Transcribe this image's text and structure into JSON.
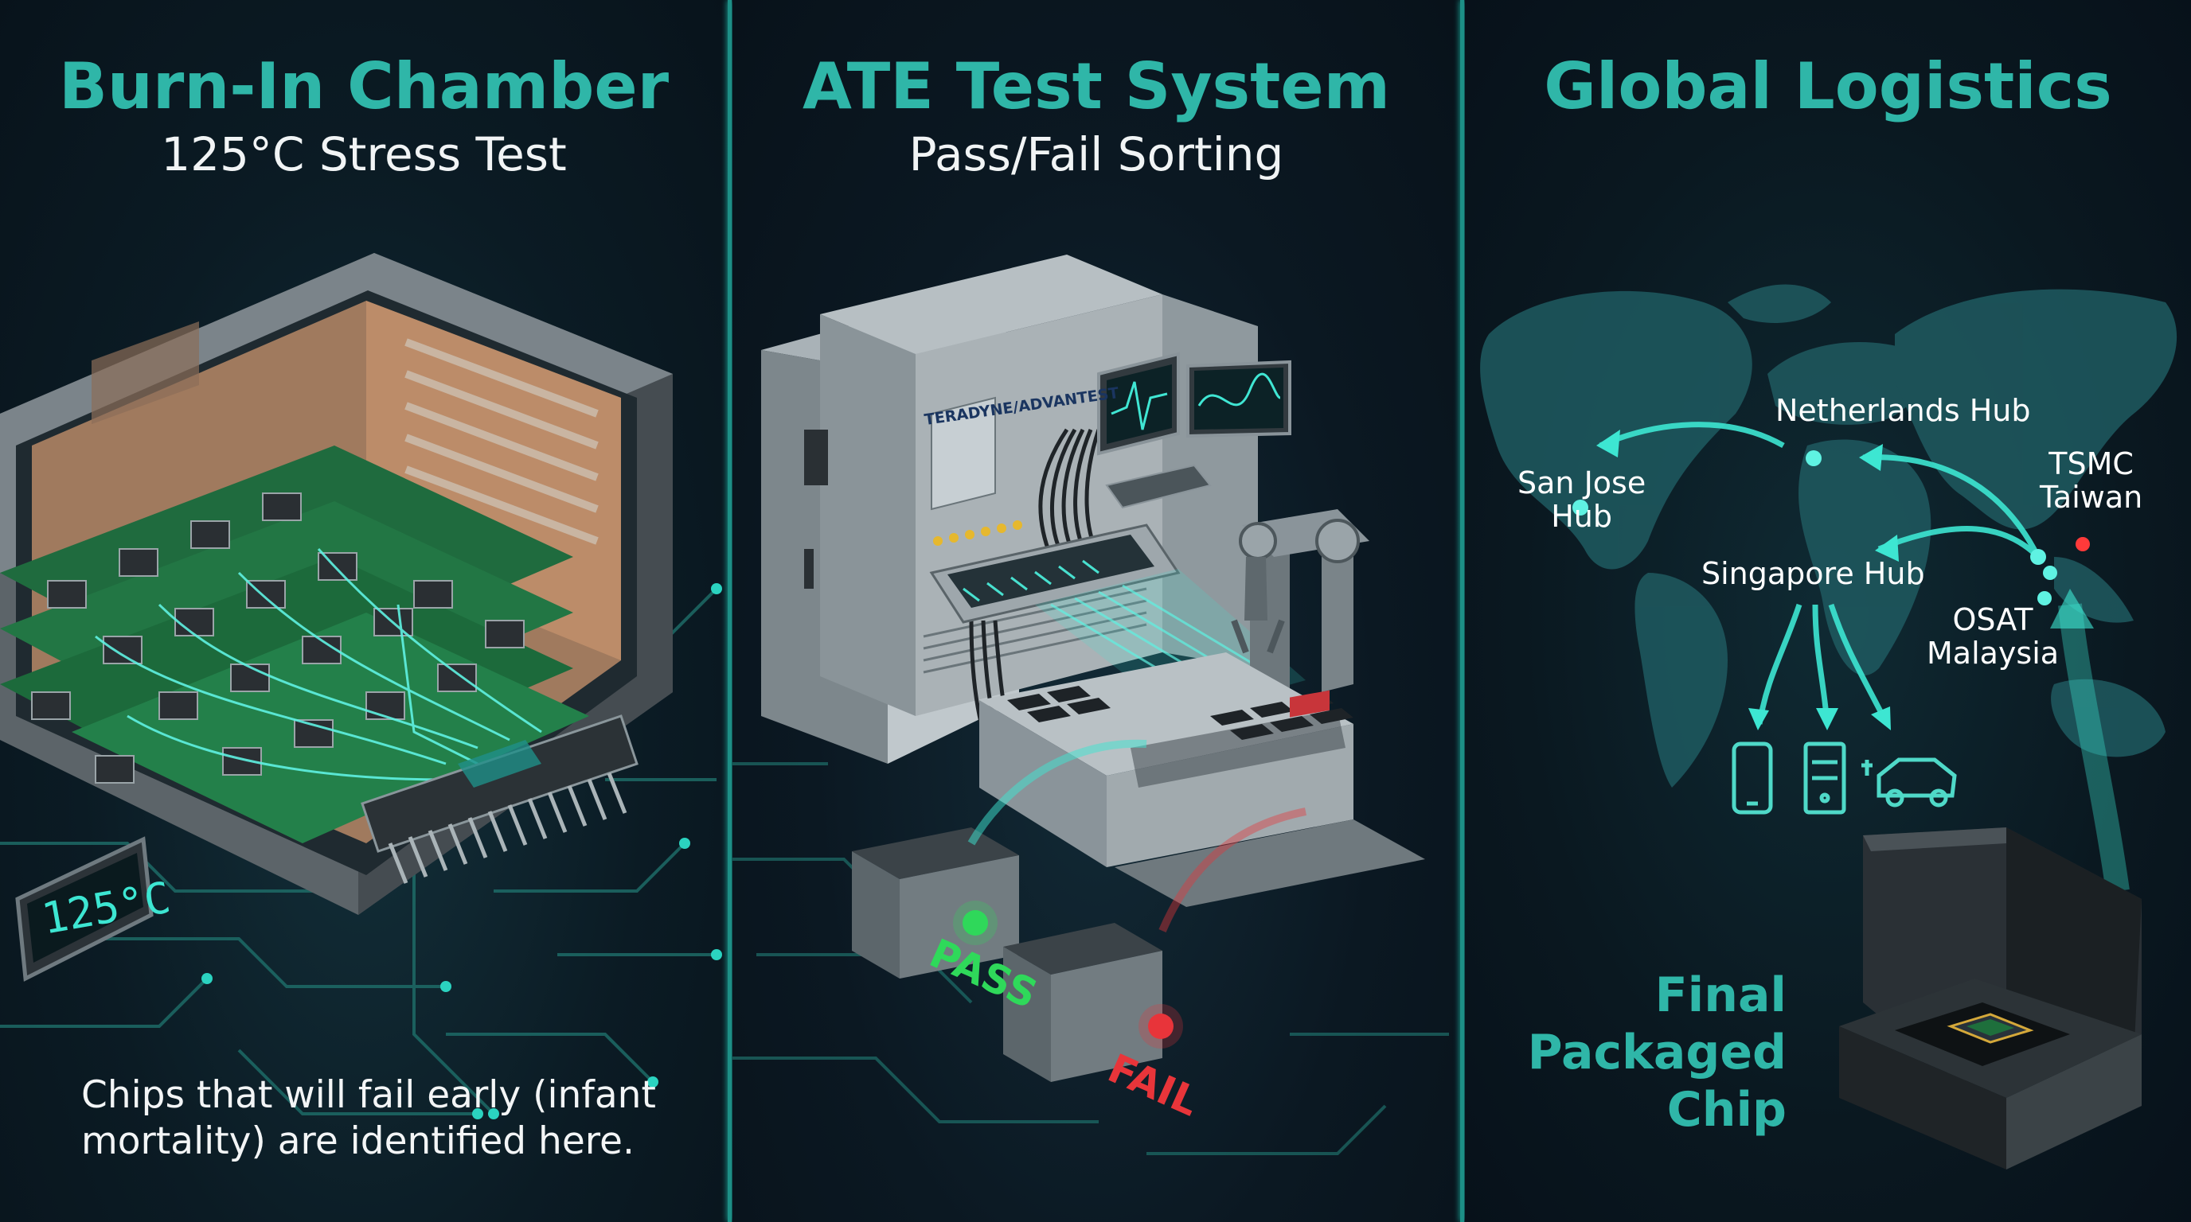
{
  "panels": [
    {
      "title": "Burn-In Chamber",
      "subtitle": "125°C Stress Test",
      "display_readout": "125°C",
      "caption": "Chips that will fail early (infant mortality) are identified here."
    },
    {
      "title": "ATE Test System",
      "subtitle": "Pass/Fail Sorting",
      "machine_brand": "TERADYNE/ADVANTEST",
      "pass_label": "PASS",
      "fail_label": "FAIL"
    },
    {
      "title": "Global Logistics",
      "hubs": {
        "netherlands": "Netherlands Hub",
        "tsmc_line1": "TSMC",
        "tsmc_line2": "Taiwan",
        "san_jose_line1": "San Jose",
        "san_jose_line2": "Hub",
        "singapore": "Singapore Hub",
        "osat_line1": "OSAT",
        "osat_line2": "Malaysia"
      },
      "end_products": [
        "smartphone-icon",
        "server-icon",
        "electric-car-icon"
      ],
      "final_line1": "Final",
      "final_line2": "Packaged",
      "final_line3": "Chip"
    }
  ],
  "colors": {
    "accent_teal": "#2fb6a8",
    "glow_cyan": "#3de6d2",
    "pass_green": "#2fd95a",
    "fail_red": "#e8353a",
    "background": "#0b1720"
  }
}
